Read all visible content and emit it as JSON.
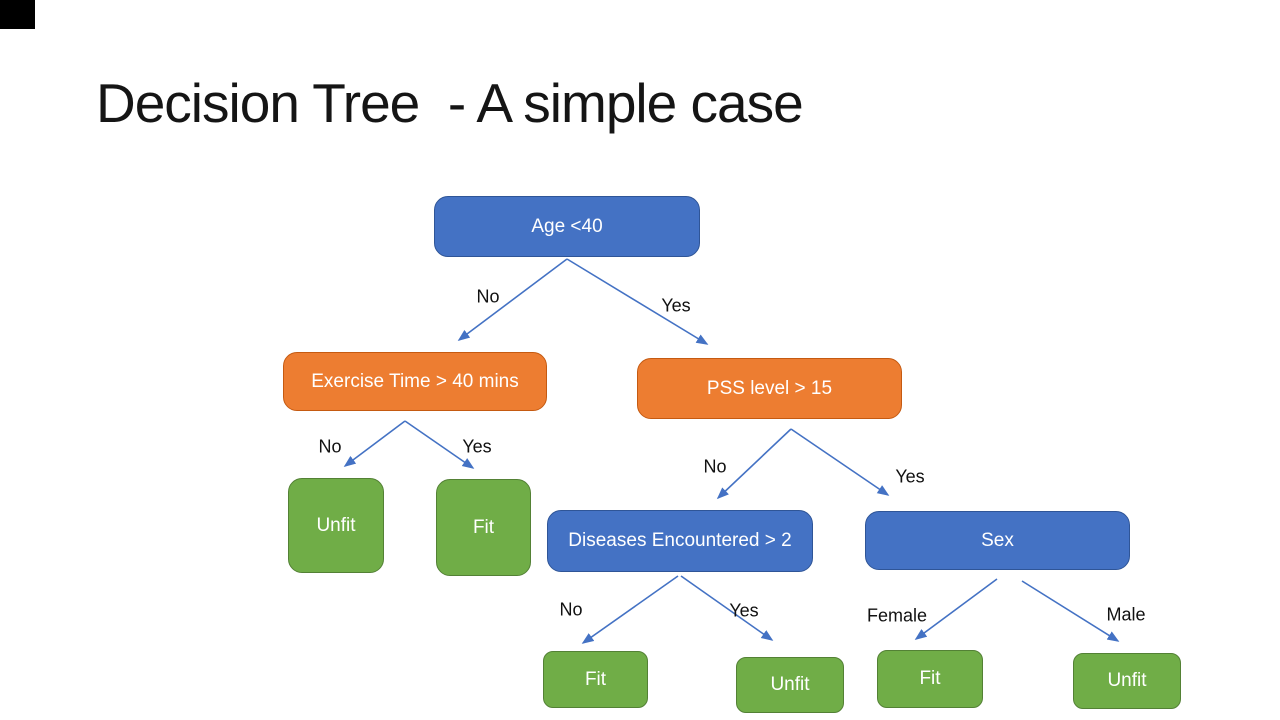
{
  "slide": {
    "title": "Decision Tree  - A simple case"
  },
  "colors": {
    "node_blue": "#4472C4",
    "node_blue_border": "#2F5597",
    "node_orange": "#ED7D31",
    "node_orange_border": "#C55A11",
    "node_green": "#70AD47",
    "node_green_border": "#538135",
    "connector": "#4472C4",
    "title_text": "#151515",
    "node_text": "#FFFFFF"
  },
  "diagram": {
    "type": "decision-tree",
    "nodes": [
      {
        "id": "age",
        "label": "Age <40",
        "kind": "decision",
        "color": "blue"
      },
      {
        "id": "exercise",
        "label": "Exercise Time > 40 mins",
        "kind": "decision",
        "color": "orange"
      },
      {
        "id": "pss",
        "label": "PSS level > 15",
        "kind": "decision",
        "color": "orange"
      },
      {
        "id": "unfit1",
        "label": "Unfit",
        "kind": "leaf",
        "color": "green"
      },
      {
        "id": "fit1",
        "label": "Fit",
        "kind": "leaf",
        "color": "green"
      },
      {
        "id": "diseases",
        "label": "Diseases Encountered > 2",
        "kind": "decision",
        "color": "blue"
      },
      {
        "id": "sex",
        "label": "Sex",
        "kind": "decision",
        "color": "blue"
      },
      {
        "id": "fit2",
        "label": "Fit",
        "kind": "leaf",
        "color": "green"
      },
      {
        "id": "unfit2",
        "label": "Unfit",
        "kind": "leaf",
        "color": "green"
      },
      {
        "id": "fit3",
        "label": "Fit",
        "kind": "leaf",
        "color": "green"
      },
      {
        "id": "unfit3",
        "label": "Unfit",
        "kind": "leaf",
        "color": "green"
      }
    ],
    "edges": [
      {
        "from": "age",
        "to": "exercise",
        "label": "No"
      },
      {
        "from": "age",
        "to": "pss",
        "label": "Yes"
      },
      {
        "from": "exercise",
        "to": "unfit1",
        "label": "No"
      },
      {
        "from": "exercise",
        "to": "fit1",
        "label": "Yes"
      },
      {
        "from": "pss",
        "to": "diseases",
        "label": "No"
      },
      {
        "from": "pss",
        "to": "sex",
        "label": "Yes"
      },
      {
        "from": "diseases",
        "to": "fit2",
        "label": "No"
      },
      {
        "from": "diseases",
        "to": "unfit2",
        "label": "Yes"
      },
      {
        "from": "sex",
        "to": "fit3",
        "label": "Female"
      },
      {
        "from": "sex",
        "to": "unfit3",
        "label": "Male"
      }
    ]
  }
}
